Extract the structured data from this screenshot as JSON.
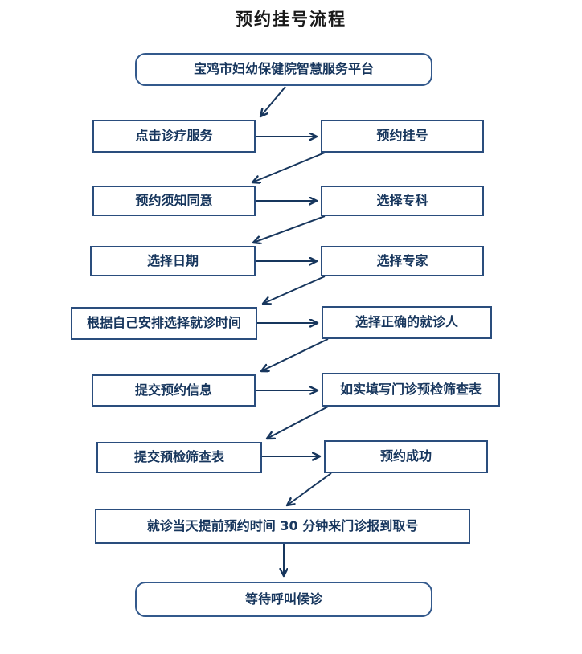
{
  "title": "预约挂号流程",
  "flow": {
    "start": "宝鸡市妇幼保健院智慧服务平台",
    "rows": [
      {
        "left": "点击诊疗服务",
        "right": "预约挂号"
      },
      {
        "left": "预约须知同意",
        "right": "选择专科"
      },
      {
        "left": "选择日期",
        "right": "选择专家"
      },
      {
        "left": "根据自己安排选择就诊时间",
        "right": "选择正确的就诊人"
      },
      {
        "left": "提交预约信息",
        "right": "如实填写门诊预检筛查表"
      },
      {
        "left": "提交预检筛查表",
        "right": "预约成功"
      }
    ],
    "notice": "就诊当天提前预约时间 30 分钟来门诊报到取号",
    "end": "等待呼叫候诊"
  },
  "colors": {
    "box_border": "#2a4d7d",
    "rounded_box_border": "#33598c",
    "box_text": "#17365d",
    "arrow": "#17365d",
    "title_text": "#1a1a1a",
    "background": "#ffffff"
  }
}
